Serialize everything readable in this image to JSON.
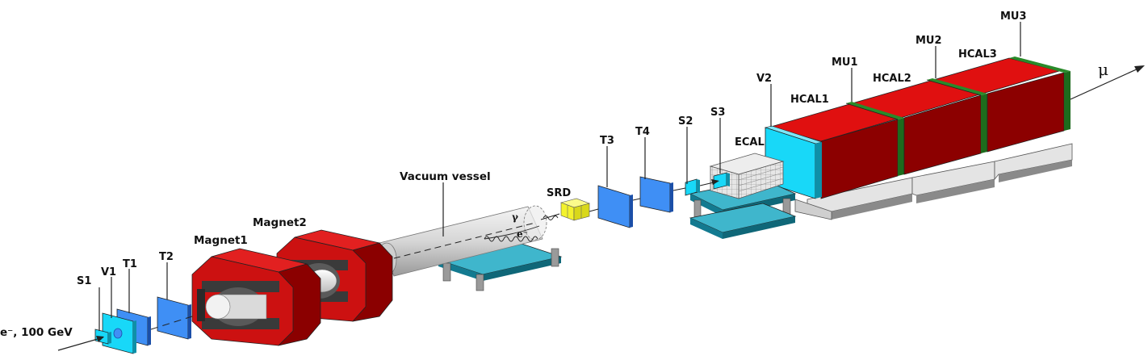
{
  "labels": {
    "beam": "e⁻, 100 GeV",
    "s1": "S1",
    "v1": "V1",
    "t1": "T1",
    "t2": "T2",
    "magnet1": "Magnet1",
    "magnet2": "Magnet2",
    "vacuum": "Vacuum vessel",
    "srd": "SRD",
    "t3": "T3",
    "t4": "T4",
    "s2": "S2",
    "s3": "S3",
    "ecal": "ECAL",
    "v2": "V2",
    "hcal1": "HCAL1",
    "mu1": "MU1",
    "hcal2": "HCAL2",
    "mu2": "MU2",
    "hcal3": "HCAL3",
    "mu3": "MU3",
    "mu_out": "μ",
    "gamma": "γ",
    "electron": "e⁻"
  },
  "colors": {
    "magnet_front": "#cc1111",
    "magnet_side": "#8b0000",
    "hcal_top": "#e01010",
    "hcal_side": "#8c0000",
    "counter_blue": "#3f8ff5",
    "veto_cyan": "#18d8f8",
    "muon_green": "#1d6b1d",
    "support_teal": "#1b8fa8",
    "srd_yellow": "#f3f22d",
    "vessel_grey": "#d8d8d8"
  }
}
